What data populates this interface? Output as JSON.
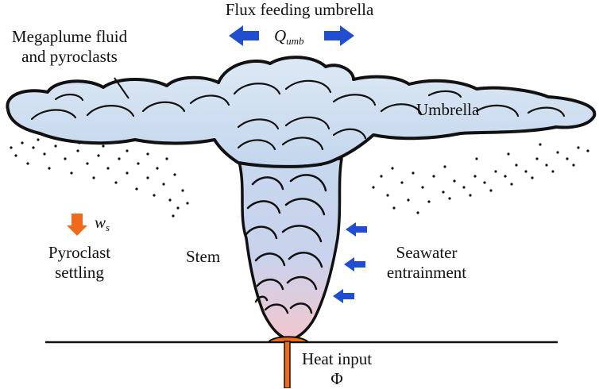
{
  "labels": {
    "flux_title": "Flux feeding umbrella",
    "q_symbol": "Q",
    "q_subscript": "umb",
    "megaplume_line1": "Megaplume fluid",
    "megaplume_line2": "and pyroclasts",
    "umbrella": "Umbrella",
    "ws_symbol": "w",
    "ws_subscript": "s",
    "pyroclast_line1": "Pyroclast",
    "pyroclast_line2": "settling",
    "stem": "Stem",
    "seawater_line1": "Seawater",
    "seawater_line2": "entrainment",
    "heat_input": "Heat input",
    "phi_symbol": "Φ"
  },
  "colors": {
    "umbrella_fill": "#cfdff0",
    "stem_top": "#bcd0ea",
    "stem_bottom": "#f0c8cf",
    "outline": "#111111",
    "blue_arrow": "#1f4fd0",
    "orange": "#f06a1a"
  }
}
